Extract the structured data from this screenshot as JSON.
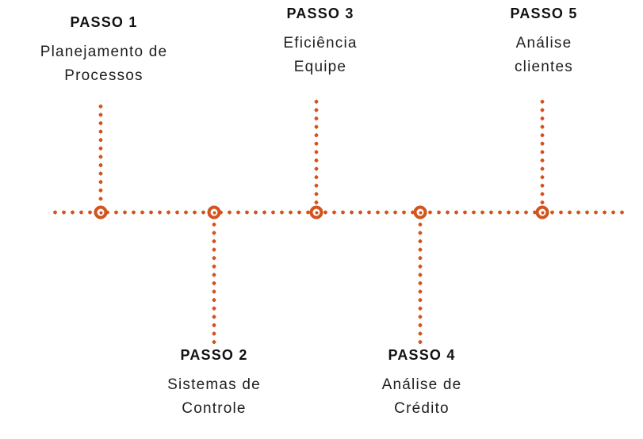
{
  "colors": {
    "accent": "#d2541e",
    "text": "#1a1a1a"
  },
  "timeline": {
    "type": "horizontal-dotted-timeline",
    "axis_style": "dotted",
    "steps": [
      {
        "label": "PASSO 1",
        "position": "top",
        "desc_line1": "Planejamento de",
        "desc_line2": "Processos"
      },
      {
        "label": "PASSO 2",
        "position": "bottom",
        "desc_line1": "Sistemas de",
        "desc_line2": "Controle"
      },
      {
        "label": "PASSO 3",
        "position": "top",
        "desc_line1": "Eficiência",
        "desc_line2": "Equipe"
      },
      {
        "label": "PASSO 4",
        "position": "bottom",
        "desc_line1": "Análise de",
        "desc_line2": "Crédito"
      },
      {
        "label": "PASSO 5",
        "position": "top",
        "desc_line1": "Análise",
        "desc_line2": "clientes"
      }
    ]
  }
}
